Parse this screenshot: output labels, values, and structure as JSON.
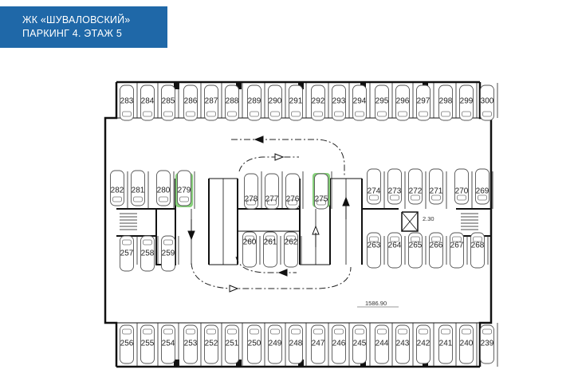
{
  "header": {
    "line1": "ЖК «ШУВАЛОВСКИЙ»",
    "line2": "ПАРКИНГ 4. ЭТАЖ 5",
    "background": "#1f68a8"
  },
  "plan": {
    "dimension_label": "1586.90",
    "small_label": "2.30",
    "highlight_color": "#86d07a",
    "highlighted": [
      "279",
      "275"
    ],
    "rows": {
      "top": [
        "283",
        "284",
        "285",
        "286",
        "287",
        "288",
        "289",
        "290",
        "291",
        "292",
        "293",
        "294",
        "295",
        "296",
        "297",
        "298",
        "299",
        "300"
      ],
      "middle_upper_left": [
        "282",
        "281",
        "280",
        "279"
      ],
      "middle_upper_center": [
        "278",
        "277",
        "276",
        "275"
      ],
      "middle_upper_right": [
        "274",
        "273",
        "272",
        "271",
        "270",
        "269"
      ],
      "middle_lower_left": [
        "257",
        "258",
        "259"
      ],
      "middle_lower_center": [
        "260",
        "261",
        "262"
      ],
      "middle_lower_right": [
        "263",
        "264",
        "265",
        "266",
        "267",
        "268"
      ],
      "bottom": [
        "256",
        "255",
        "254",
        "253",
        "252",
        "251",
        "250",
        "249",
        "248",
        "247",
        "246",
        "245",
        "244",
        "243",
        "242",
        "241",
        "240",
        "239"
      ]
    }
  }
}
